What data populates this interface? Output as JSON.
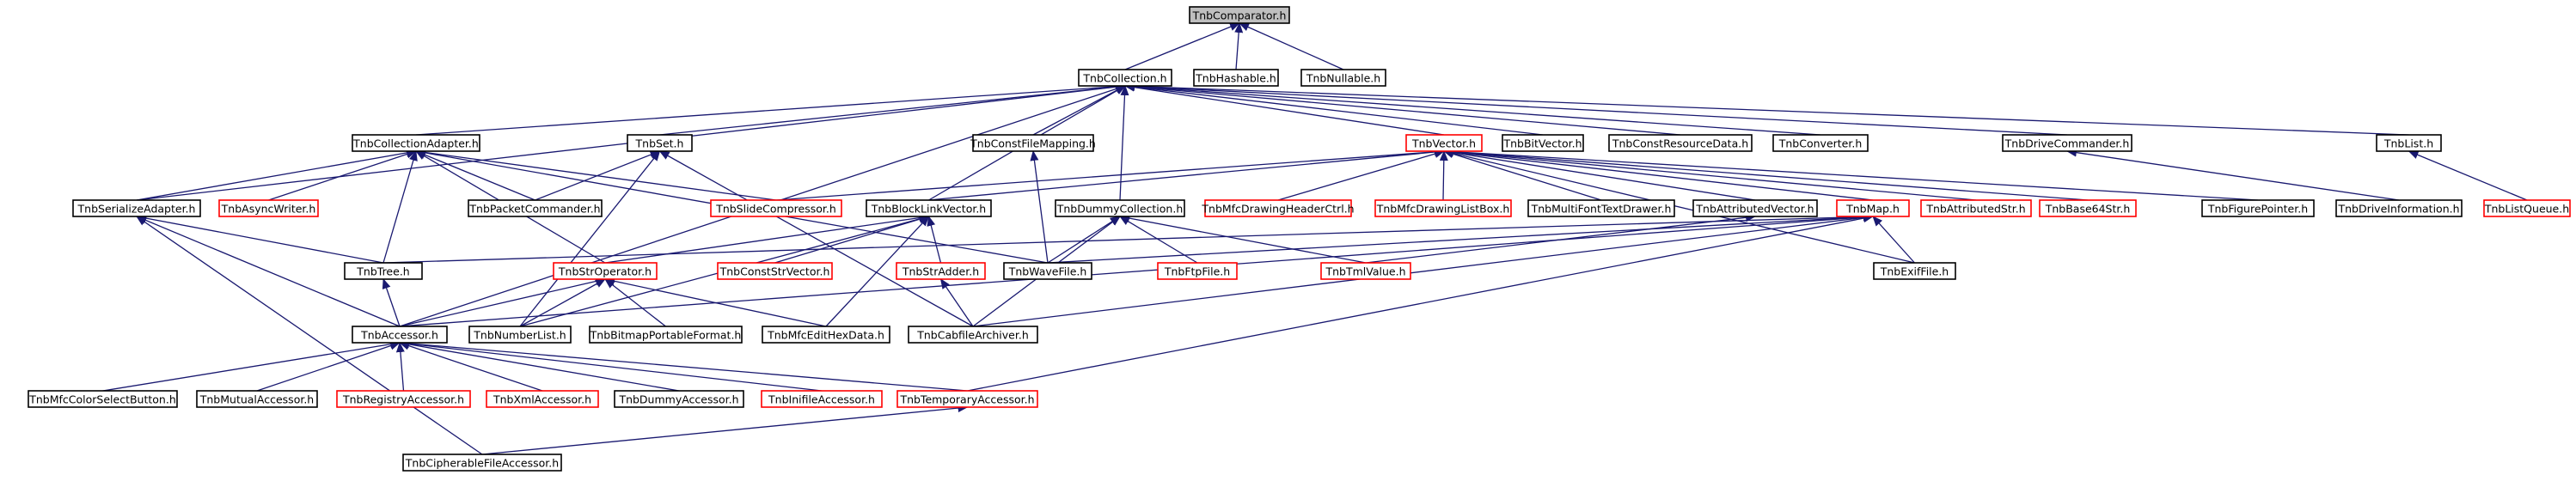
{
  "diagram": {
    "colors": {
      "edge": "#191970",
      "normal_border": "#000000",
      "undocumented_border": "#ff0000",
      "root_fill": "#bfbfbf",
      "background": "#ffffff"
    },
    "nodes": [
      {
        "id": "comparator",
        "label": "TnbComparator.h",
        "border": "black",
        "root": true
      },
      {
        "id": "collection",
        "label": "TnbCollection.h",
        "border": "black"
      },
      {
        "id": "hashable",
        "label": "TnbHashable.h",
        "border": "black"
      },
      {
        "id": "nullable",
        "label": "TnbNullable.h",
        "border": "black"
      },
      {
        "id": "collectionadapter",
        "label": "TnbCollectionAdapter.h",
        "border": "black"
      },
      {
        "id": "set",
        "label": "TnbSet.h",
        "border": "black"
      },
      {
        "id": "constfilemapping",
        "label": "TnbConstFileMapping.h",
        "border": "black"
      },
      {
        "id": "vector",
        "label": "TnbVector.h",
        "border": "red"
      },
      {
        "id": "bitvector",
        "label": "TnbBitVector.h",
        "border": "black"
      },
      {
        "id": "constresourcedata",
        "label": "TnbConstResourceData.h",
        "border": "black"
      },
      {
        "id": "converter",
        "label": "TnbConverter.h",
        "border": "black"
      },
      {
        "id": "drivecommander",
        "label": "TnbDriveCommander.h",
        "border": "black"
      },
      {
        "id": "list",
        "label": "TnbList.h",
        "border": "black"
      },
      {
        "id": "serializeadapter",
        "label": "TnbSerializeAdapter.h",
        "border": "black"
      },
      {
        "id": "asyncwriter",
        "label": "TnbAsyncWriter.h",
        "border": "red"
      },
      {
        "id": "packetcommander",
        "label": "TnbPacketCommander.h",
        "border": "black"
      },
      {
        "id": "slidecompressor",
        "label": "TnbSlideCompressor.h",
        "border": "red"
      },
      {
        "id": "blocklinkvector",
        "label": "TnbBlockLinkVector.h",
        "border": "black"
      },
      {
        "id": "dummycollection",
        "label": "TnbDummyCollection.h",
        "border": "black"
      },
      {
        "id": "mfcdrawingheaderctrl",
        "label": "TnbMfcDrawingHeaderCtrl.h",
        "border": "red"
      },
      {
        "id": "mfcdrawinglistbox",
        "label": "TnbMfcDrawingListBox.h",
        "border": "red"
      },
      {
        "id": "multifonttextdrawer",
        "label": "TnbMultiFontTextDrawer.h",
        "border": "black"
      },
      {
        "id": "attributedvector",
        "label": "TnbAttributedVector.h",
        "border": "black"
      },
      {
        "id": "map",
        "label": "TnbMap.h",
        "border": "red"
      },
      {
        "id": "attributedstr",
        "label": "TnbAttributedStr.h",
        "border": "red"
      },
      {
        "id": "base64str",
        "label": "TnbBase64Str.h",
        "border": "red"
      },
      {
        "id": "figurepointer",
        "label": "TnbFigurePointer.h",
        "border": "black"
      },
      {
        "id": "driveinformation",
        "label": "TnbDriveInformation.h",
        "border": "black"
      },
      {
        "id": "listqueue",
        "label": "TnbListQueue.h",
        "border": "red"
      },
      {
        "id": "tree",
        "label": "TnbTree.h",
        "border": "black"
      },
      {
        "id": "stroperator",
        "label": "TnbStrOperator.h",
        "border": "red"
      },
      {
        "id": "conststrvector",
        "label": "TnbConstStrVector.h",
        "border": "red"
      },
      {
        "id": "stradder",
        "label": "TnbStrAdder.h",
        "border": "red"
      },
      {
        "id": "wavefile",
        "label": "TnbWaveFile.h",
        "border": "black"
      },
      {
        "id": "ftpfile",
        "label": "TnbFtpFile.h",
        "border": "red"
      },
      {
        "id": "tmlvalue",
        "label": "TnbTmlValue.h",
        "border": "red"
      },
      {
        "id": "exiffile",
        "label": "TnbExifFile.h",
        "border": "black"
      },
      {
        "id": "accessor",
        "label": "TnbAccessor.h",
        "border": "black"
      },
      {
        "id": "numberlist",
        "label": "TnbNumberList.h",
        "border": "black"
      },
      {
        "id": "bitmapportableformat",
        "label": "TnbBitmapPortableFormat.h",
        "border": "black"
      },
      {
        "id": "mfcedithexdata",
        "label": "TnbMfcEditHexData.h",
        "border": "black"
      },
      {
        "id": "cabfilearchiver",
        "label": "TnbCabfileArchiver.h",
        "border": "black"
      },
      {
        "id": "mfccolorselectbutton",
        "label": "TnbMfcColorSelectButton.h",
        "border": "black"
      },
      {
        "id": "mutualaccessor",
        "label": "TnbMutualAccessor.h",
        "border": "black"
      },
      {
        "id": "registryaccessor",
        "label": "TnbRegistryAccessor.h",
        "border": "red"
      },
      {
        "id": "xmlaccessor",
        "label": "TnbXmlAccessor.h",
        "border": "red"
      },
      {
        "id": "dummyaccessor",
        "label": "TnbDummyAccessor.h",
        "border": "black"
      },
      {
        "id": "inifileaccessor",
        "label": "TnbInifileAccessor.h",
        "border": "red"
      },
      {
        "id": "temporaryaccessor",
        "label": "TnbTemporaryAccessor.h",
        "border": "red"
      },
      {
        "id": "cipherablefileaccessor",
        "label": "TnbCipherableFileAccessor.h",
        "border": "black"
      }
    ],
    "edges": [
      {
        "from": "collection",
        "to": "comparator"
      },
      {
        "from": "hashable",
        "to": "comparator"
      },
      {
        "from": "nullable",
        "to": "comparator"
      },
      {
        "from": "collectionadapter",
        "to": "collection"
      },
      {
        "from": "set",
        "to": "collection"
      },
      {
        "from": "constfilemapping",
        "to": "collection"
      },
      {
        "from": "vector",
        "to": "collection"
      },
      {
        "from": "bitvector",
        "to": "collection"
      },
      {
        "from": "constresourcedata",
        "to": "collection"
      },
      {
        "from": "converter",
        "to": "collection"
      },
      {
        "from": "drivecommander",
        "to": "collection"
      },
      {
        "from": "list",
        "to": "collection"
      },
      {
        "from": "serializeadapter",
        "to": "collection"
      },
      {
        "from": "blocklinkvector",
        "to": "collection"
      },
      {
        "from": "dummycollection",
        "to": "collection"
      },
      {
        "from": "accessor",
        "to": "collection"
      },
      {
        "from": "serializeadapter",
        "to": "collectionadapter"
      },
      {
        "from": "asyncwriter",
        "to": "collectionadapter"
      },
      {
        "from": "packetcommander",
        "to": "collectionadapter"
      },
      {
        "from": "slidecompressor",
        "to": "collectionadapter"
      },
      {
        "from": "tree",
        "to": "collectionadapter"
      },
      {
        "from": "stroperator",
        "to": "collectionadapter"
      },
      {
        "from": "wavefile",
        "to": "collectionadapter"
      },
      {
        "from": "packetcommander",
        "to": "set"
      },
      {
        "from": "numberlist",
        "to": "set"
      },
      {
        "from": "cabfilearchiver",
        "to": "set"
      },
      {
        "from": "wavefile",
        "to": "constfilemapping"
      },
      {
        "from": "slidecompressor",
        "to": "vector"
      },
      {
        "from": "blocklinkvector",
        "to": "vector"
      },
      {
        "from": "mfcdrawingheaderctrl",
        "to": "vector"
      },
      {
        "from": "mfcdrawinglistbox",
        "to": "vector"
      },
      {
        "from": "multifonttextdrawer",
        "to": "vector"
      },
      {
        "from": "attributedvector",
        "to": "vector"
      },
      {
        "from": "map",
        "to": "vector"
      },
      {
        "from": "attributedstr",
        "to": "vector"
      },
      {
        "from": "base64str",
        "to": "vector"
      },
      {
        "from": "figurepointer",
        "to": "vector"
      },
      {
        "from": "exiffile",
        "to": "vector"
      },
      {
        "from": "driveinformation",
        "to": "drivecommander"
      },
      {
        "from": "listqueue",
        "to": "list"
      },
      {
        "from": "tree",
        "to": "serializeadapter"
      },
      {
        "from": "accessor",
        "to": "serializeadapter"
      },
      {
        "from": "cipherablefileaccessor",
        "to": "serializeadapter"
      },
      {
        "from": "stroperator",
        "to": "blocklinkvector"
      },
      {
        "from": "conststrvector",
        "to": "blocklinkvector"
      },
      {
        "from": "stradder",
        "to": "blocklinkvector"
      },
      {
        "from": "numberlist",
        "to": "blocklinkvector"
      },
      {
        "from": "mfcedithexdata",
        "to": "blocklinkvector"
      },
      {
        "from": "wavefile",
        "to": "dummycollection"
      },
      {
        "from": "ftpfile",
        "to": "dummycollection"
      },
      {
        "from": "tmlvalue",
        "to": "dummycollection"
      },
      {
        "from": "cabfilearchiver",
        "to": "dummycollection"
      },
      {
        "from": "tmlvalue",
        "to": "attributedvector"
      },
      {
        "from": "tree",
        "to": "map"
      },
      {
        "from": "wavefile",
        "to": "map"
      },
      {
        "from": "exiffile",
        "to": "map"
      },
      {
        "from": "accessor",
        "to": "map"
      },
      {
        "from": "cabfilearchiver",
        "to": "map"
      },
      {
        "from": "temporaryaccessor",
        "to": "map"
      },
      {
        "from": "accessor",
        "to": "tree"
      },
      {
        "from": "accessor",
        "to": "stroperator"
      },
      {
        "from": "numberlist",
        "to": "stroperator"
      },
      {
        "from": "bitmapportableformat",
        "to": "stroperator"
      },
      {
        "from": "mfcedithexdata",
        "to": "stroperator"
      },
      {
        "from": "cabfilearchiver",
        "to": "stradder"
      },
      {
        "from": "mfccolorselectbutton",
        "to": "accessor"
      },
      {
        "from": "mutualaccessor",
        "to": "accessor"
      },
      {
        "from": "registryaccessor",
        "to": "accessor"
      },
      {
        "from": "xmlaccessor",
        "to": "accessor"
      },
      {
        "from": "dummyaccessor",
        "to": "accessor"
      },
      {
        "from": "inifileaccessor",
        "to": "accessor"
      },
      {
        "from": "temporaryaccessor",
        "to": "accessor"
      },
      {
        "from": "cipherablefileaccessor",
        "to": "temporaryaccessor"
      }
    ]
  }
}
